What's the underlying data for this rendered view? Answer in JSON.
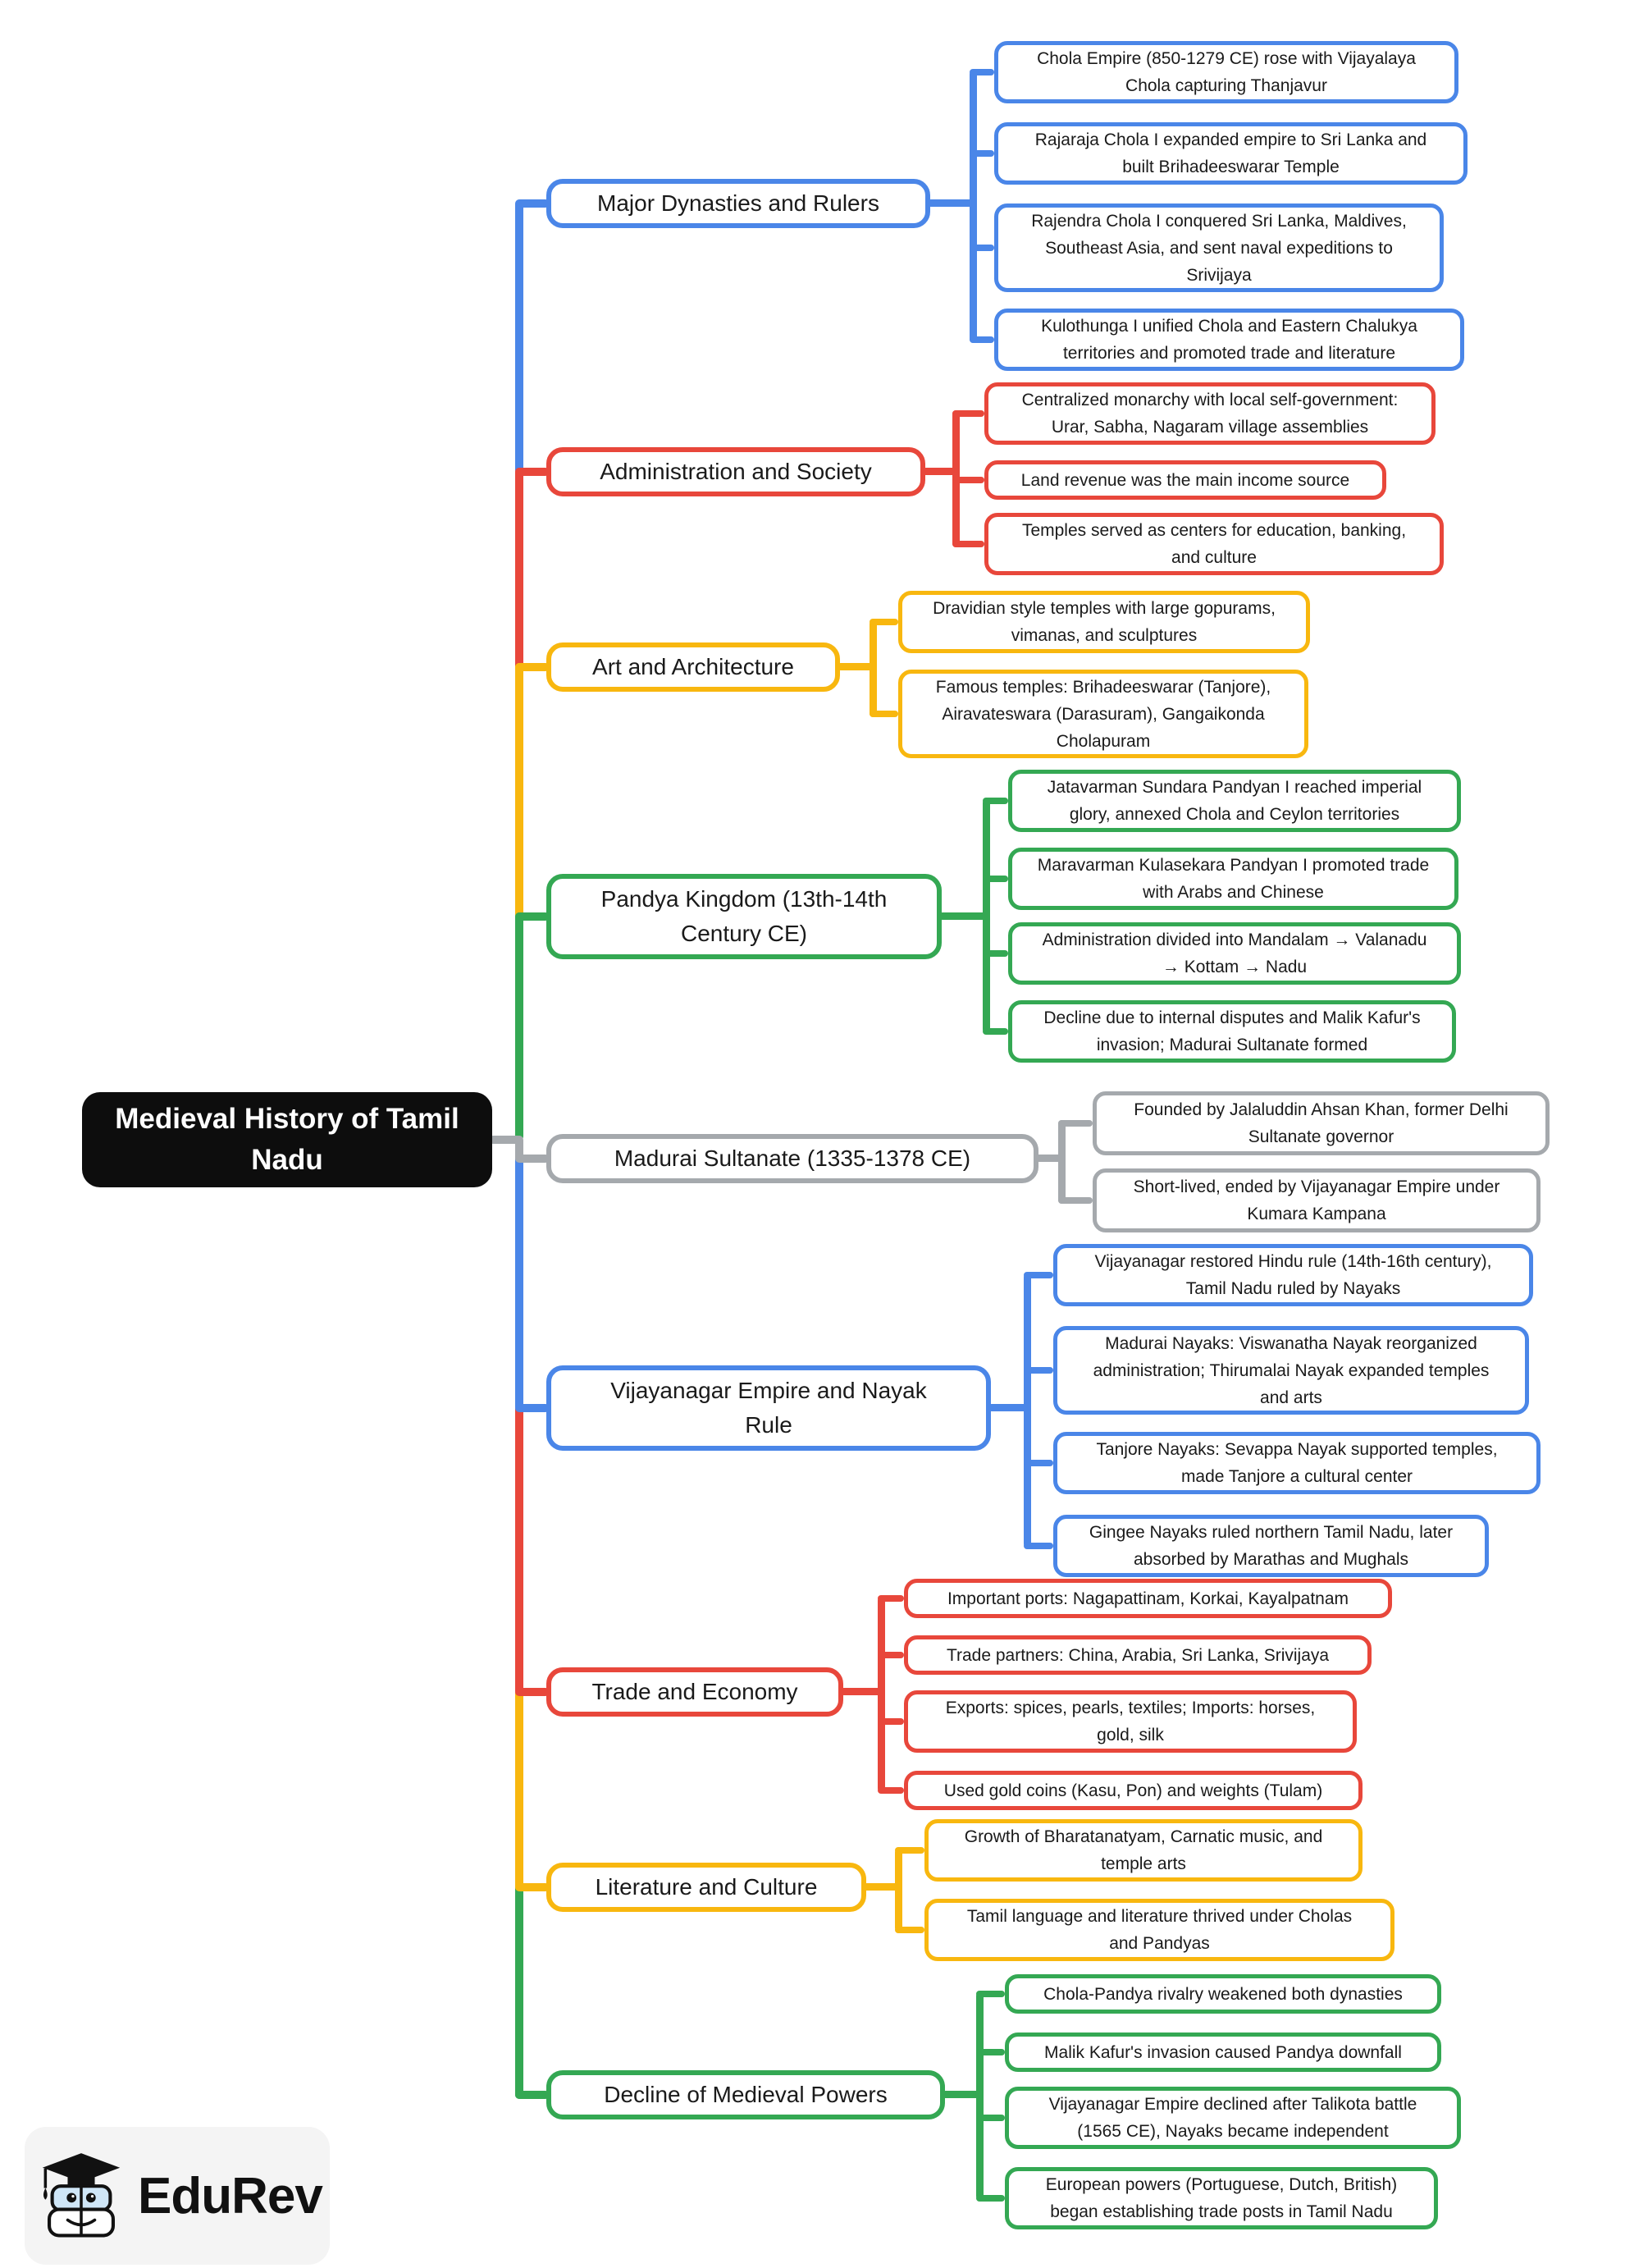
{
  "title": "Medieval History of Tamil\nNadu",
  "logo": {
    "text": "EduRev"
  },
  "colors": {
    "blue": "#4a86e8",
    "red": "#e8473b",
    "yellow": "#f8b70f",
    "green": "#34a853",
    "gray": "#a5a9ad",
    "black": "#0d0d0d"
  },
  "branches": [
    {
      "label": "Major Dynasties and Rulers",
      "color": "blue",
      "leaves": [
        "Chola Empire (850-1279 CE) rose with Vijayalaya\nChola capturing Thanjavur",
        "Rajaraja Chola I expanded empire to Sri Lanka and\nbuilt Brihadeeswarar Temple",
        "Rajendra Chola I conquered Sri Lanka, Maldives,\nSoutheast Asia, and sent naval expeditions to\nSrivijaya",
        "Kulothunga I unified Chola and Eastern Chalukya\nterritories and promoted trade and literature"
      ]
    },
    {
      "label": "Administration and Society",
      "color": "red",
      "leaves": [
        "Centralized monarchy with local self-government:\nUrar, Sabha, Nagaram village assemblies",
        "Land revenue was the main income source",
        "Temples served as centers for education, banking,\nand culture"
      ]
    },
    {
      "label": "Art and Architecture",
      "color": "yellow",
      "leaves": [
        "Dravidian style temples with large gopurams,\nvimanas, and sculptures",
        "Famous temples: Brihadeeswarar (Tanjore),\nAiravateswara (Darasuram), Gangaikonda\nCholapuram"
      ]
    },
    {
      "label": "Pandya Kingdom (13th-14th\nCentury CE)",
      "color": "green",
      "leaves": [
        "Jatavarman Sundara Pandyan I reached imperial\nglory, annexed Chola and Ceylon territories",
        "Maravarman Kulasekara Pandyan I promoted trade\nwith Arabs and Chinese",
        "Administration divided into Mandalam → Valanadu\n→ Kottam → Nadu",
        "Decline due to internal disputes and Malik Kafur's\ninvasion; Madurai Sultanate formed"
      ]
    },
    {
      "label": "Madurai Sultanate (1335-1378 CE)",
      "color": "gray",
      "leaves": [
        "Founded by Jalaluddin Ahsan Khan, former Delhi\nSultanate governor",
        "Short-lived, ended by Vijayanagar Empire under\nKumara Kampana"
      ]
    },
    {
      "label": "Vijayanagar Empire and Nayak\nRule",
      "color": "blue",
      "leaves": [
        "Vijayanagar restored Hindu rule (14th-16th century),\nTamil Nadu ruled by Nayaks",
        "Madurai Nayaks: Viswanatha Nayak reorganized\nadministration; Thirumalai Nayak expanded temples\nand arts",
        "Tanjore Nayaks: Sevappa Nayak supported temples,\nmade Tanjore a cultural center",
        "Gingee Nayaks ruled northern Tamil Nadu, later\nabsorbed by Marathas and Mughals"
      ]
    },
    {
      "label": "Trade and Economy",
      "color": "red",
      "leaves": [
        "Important ports: Nagapattinam, Korkai, Kayalpatnam",
        "Trade partners: China, Arabia, Sri Lanka, Srivijaya",
        "Exports: spices, pearls, textiles; Imports: horses,\ngold, silk",
        "Used gold coins (Kasu, Pon) and weights (Tulam)"
      ]
    },
    {
      "label": "Literature and Culture",
      "color": "yellow",
      "leaves": [
        "Growth of Bharatanatyam, Carnatic music, and\ntemple arts",
        "Tamil language and literature thrived under Cholas\nand Pandyas"
      ]
    },
    {
      "label": "Decline of Medieval Powers",
      "color": "green",
      "leaves": [
        "Chola-Pandya rivalry weakened both dynasties",
        "Malik Kafur's invasion caused Pandya downfall",
        "Vijayanagar Empire declined after Talikota battle\n(1565 CE), Nayaks became independent",
        "European powers (Portuguese, Dutch, British)\nbegan establishing trade posts in Tamil Nadu"
      ]
    }
  ]
}
